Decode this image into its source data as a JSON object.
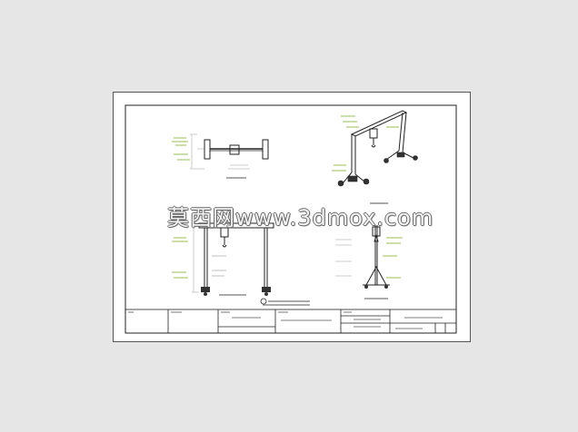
{
  "watermark": "莫西网www.3dmox.com",
  "colors": {
    "background": "#e6e6e6",
    "sheet": "#ffffff",
    "line": "#222222",
    "annotation_text": "#9bbb59",
    "dimension_text": "#999999"
  },
  "drawing": {
    "views": [
      {
        "name": "plan-view",
        "label": ""
      },
      {
        "name": "isometric-view",
        "label": ""
      },
      {
        "name": "front-elevation",
        "label": ""
      },
      {
        "name": "side-elevation",
        "label": ""
      }
    ],
    "main_title": ""
  },
  "title_block": {
    "cells": []
  }
}
